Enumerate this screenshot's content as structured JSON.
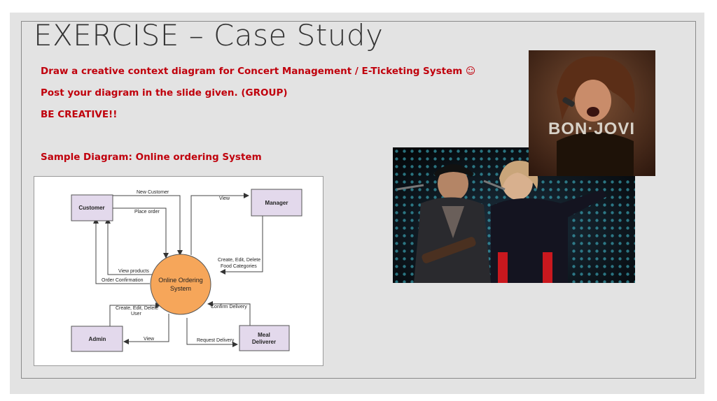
{
  "slide": {
    "title": "EXERCISE – Case Study",
    "instructions": [
      "Draw a creative context diagram for Concert  Management / E-Ticketing System ☺",
      "Post your diagram in the slide given. (GROUP)",
      "BE CREATIVE!!"
    ],
    "sample_caption": "Sample Diagram: Online ordering System"
  },
  "diagram": {
    "process": [
      "Online Ordering",
      "System"
    ],
    "entities": {
      "customer": "Customer",
      "manager": "Manager",
      "admin": "Admin",
      "meal_deliverer": [
        "Meal",
        "Deliverer"
      ]
    },
    "flows": {
      "new_customer": "New Customer",
      "place_order": "Place order",
      "view_products": "View products",
      "order_confirmation": "Order Confirmation",
      "manager_view": "View",
      "create_food": [
        "Create, Edit, Delete",
        "Food Categories"
      ],
      "create_user": [
        "Create, Edit, Delete",
        "User"
      ],
      "admin_view": "View",
      "confirm_delivery": "Confirm Delivery",
      "request_delivery": "Request Delivery"
    }
  },
  "images": {
    "album_text": "BON·JOVI"
  },
  "colors": {
    "title": "#333333",
    "red_text": "#c0000c",
    "entity_fill": "#e3d9ec",
    "process_fill": "#f6a65a"
  }
}
